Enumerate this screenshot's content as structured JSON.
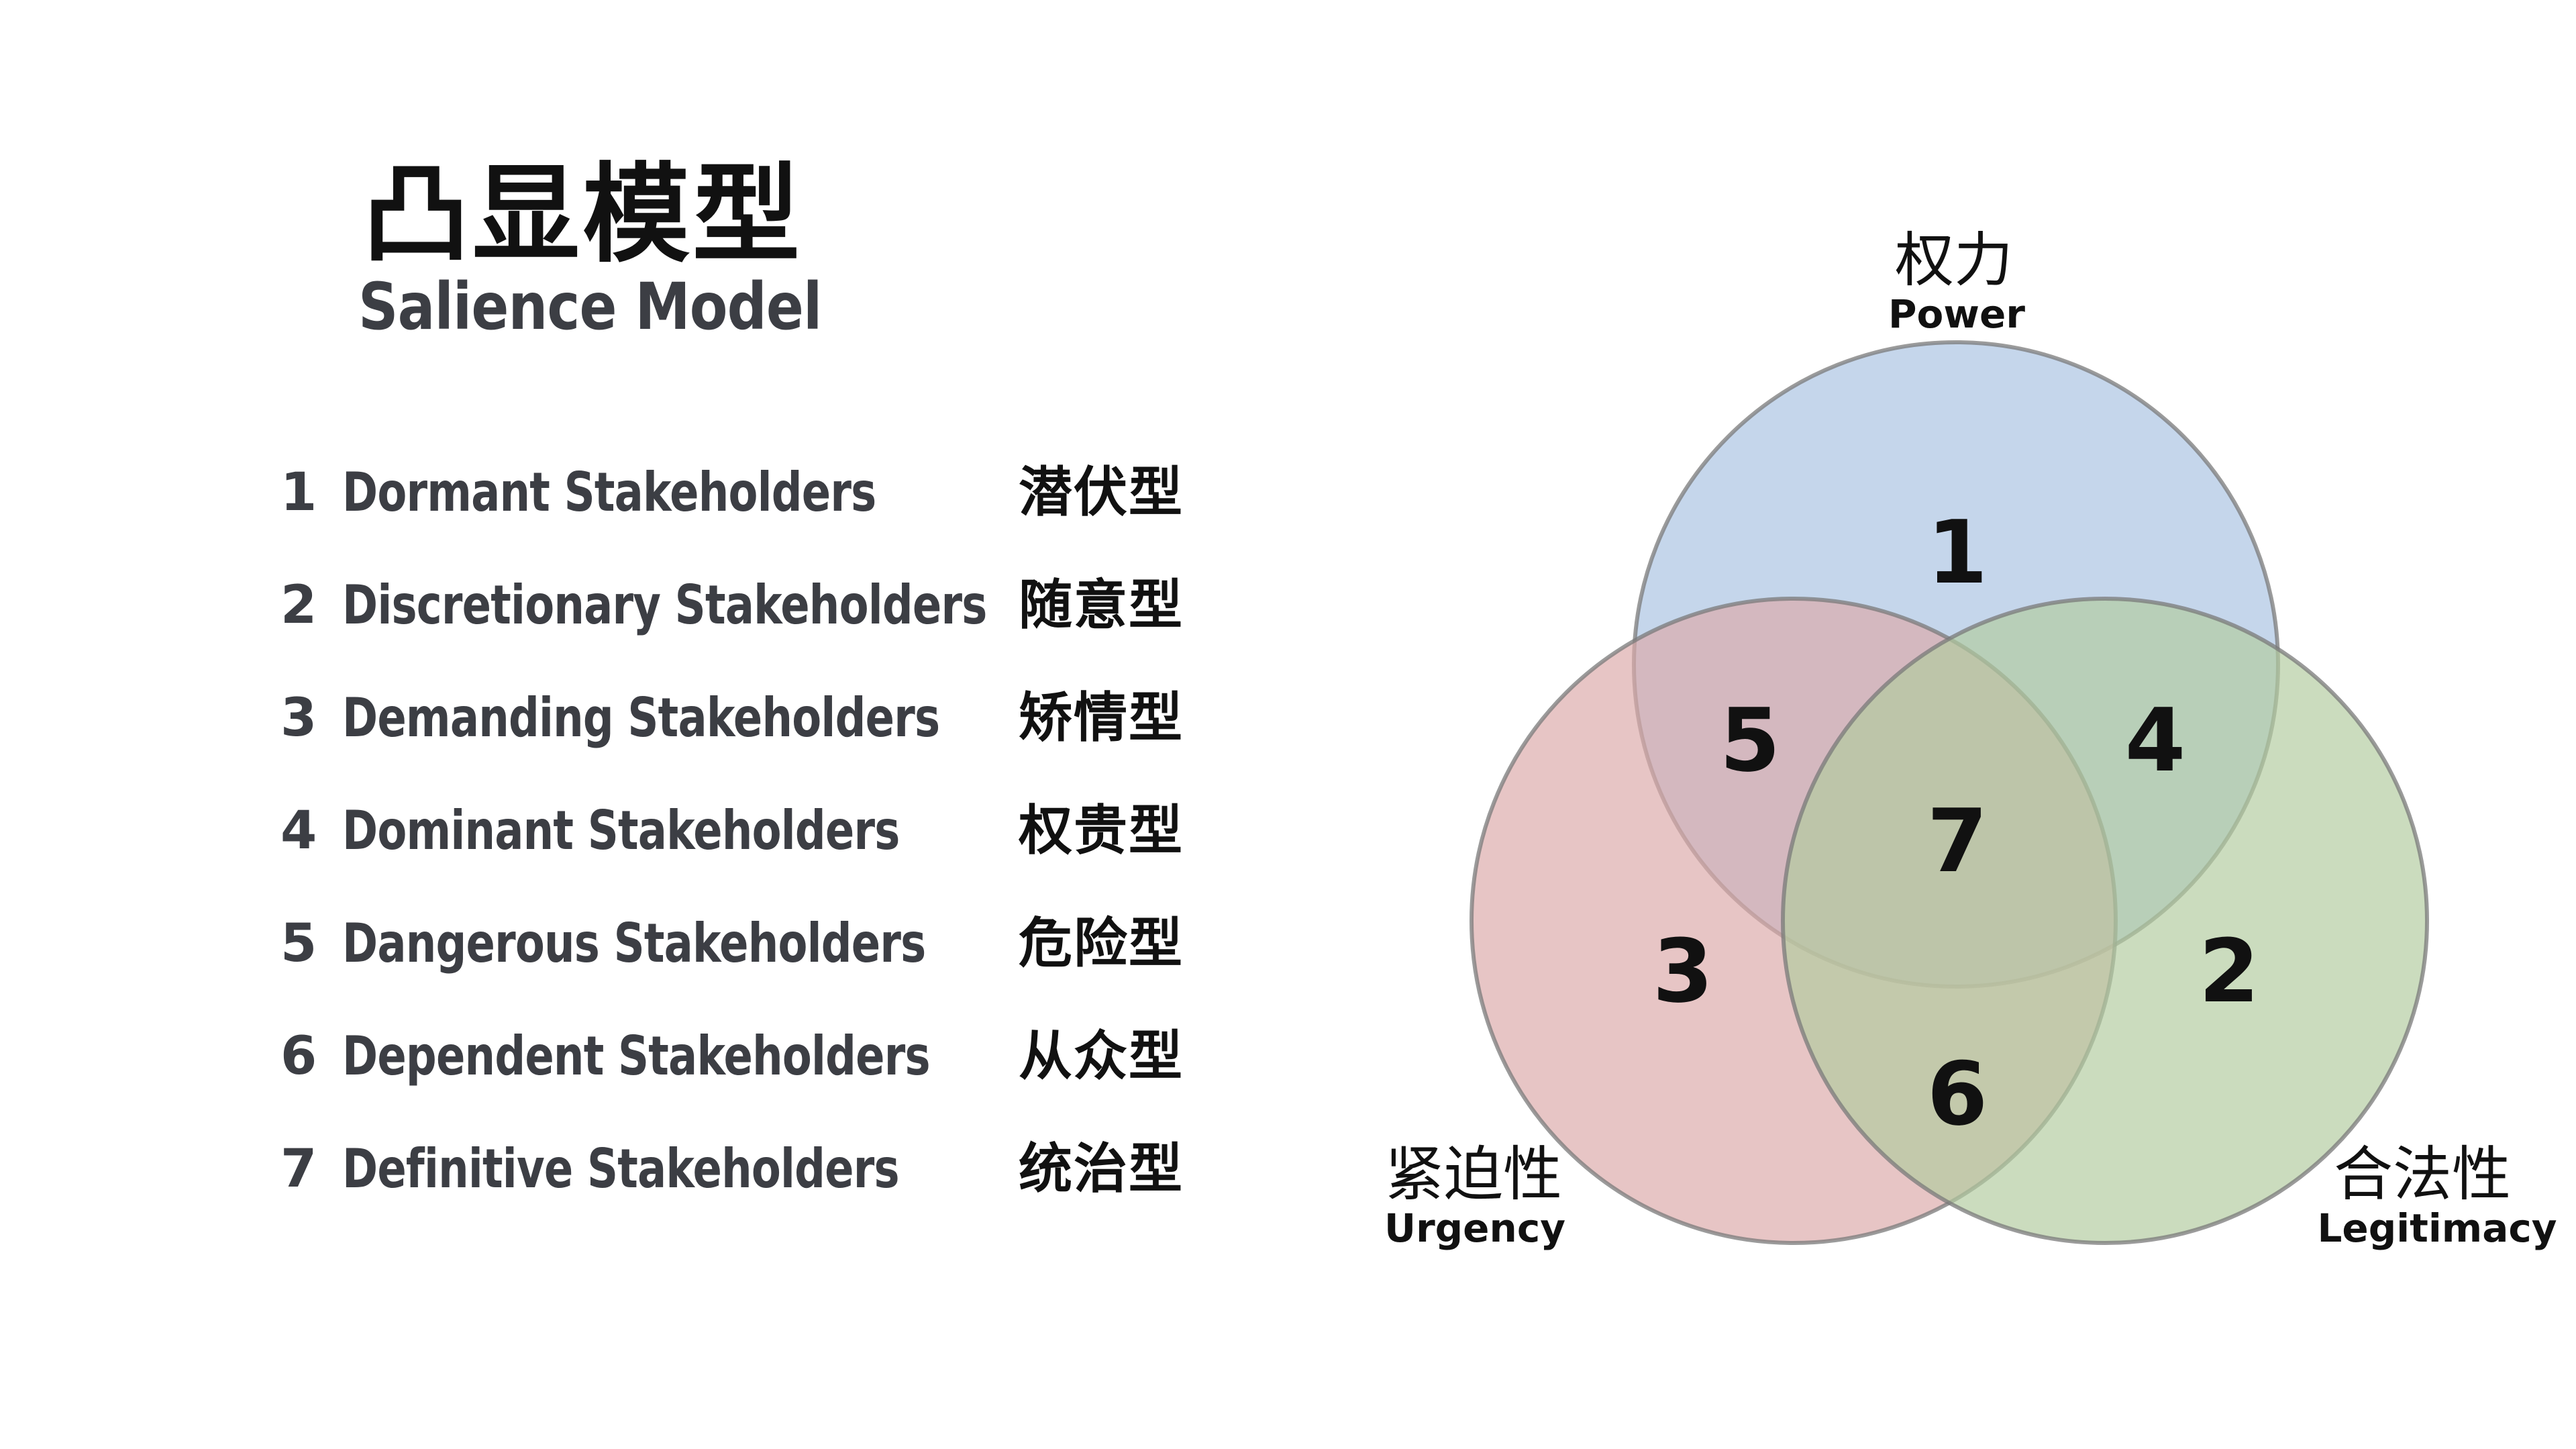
{
  "title": {
    "cn": "凸显模型",
    "en": "Salience Model"
  },
  "list": [
    {
      "num": "1",
      "en": "Dormant Stakeholders",
      "cn": "潜伏型"
    },
    {
      "num": "2",
      "en": "Discretionary Stakeholders",
      "cn": "随意型"
    },
    {
      "num": "3",
      "en": "Demanding Stakeholders",
      "cn": "矫情型"
    },
    {
      "num": "4",
      "en": "Dominant Stakeholders",
      "cn": "权贵型"
    },
    {
      "num": "5",
      "en": "Dangerous Stakeholders",
      "cn": "危险型"
    },
    {
      "num": "6",
      "en": "Dependent Stakeholders",
      "cn": "从众型"
    },
    {
      "num": "7",
      "en": "Definitive Stakeholders",
      "cn": "统治型"
    }
  ],
  "venn": {
    "circles": [
      {
        "key": "power",
        "cn": "权力",
        "en": "Power",
        "color": "#a9c3e2"
      },
      {
        "key": "urgency",
        "cn": "紧迫性",
        "en": "Urgency",
        "color": "#dcaaa9"
      },
      {
        "key": "legitimacy",
        "cn": "合法性",
        "en": "Legitimacy",
        "color": "#b3cc9f"
      }
    ],
    "regions": {
      "r1": "1",
      "r2": "2",
      "r3": "3",
      "r4": "4",
      "r5": "5",
      "r6": "6",
      "r7": "7"
    },
    "stroke_color": "#7a7a7a"
  }
}
